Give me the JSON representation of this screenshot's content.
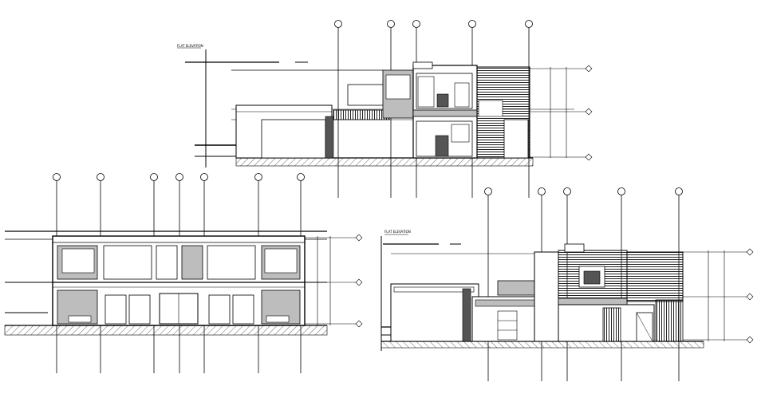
{
  "drawing": {
    "title_top": "FLAT ELEVATION",
    "title_bottom_right": "FLAT ELEVATION"
  },
  "colors": {
    "line": "#000000",
    "fill_gray": "#bdbdbd",
    "fill_dark": "#555555",
    "ground_hatch": "#444444",
    "background": "#ffffff"
  },
  "elevations": [
    {
      "id": "section-top",
      "grid_bubbles": [
        "",
        "",
        "",
        "",
        ""
      ],
      "level_labels": [
        "",
        "",
        ""
      ]
    },
    {
      "id": "section-bottom-left",
      "grid_bubbles": [
        "",
        "",
        "",
        "",
        "",
        "",
        ""
      ],
      "level_labels": [
        "",
        "",
        ""
      ]
    },
    {
      "id": "section-bottom-right",
      "grid_bubbles": [
        "",
        "",
        "",
        "",
        ""
      ],
      "level_labels": [
        "",
        "",
        ""
      ]
    }
  ]
}
